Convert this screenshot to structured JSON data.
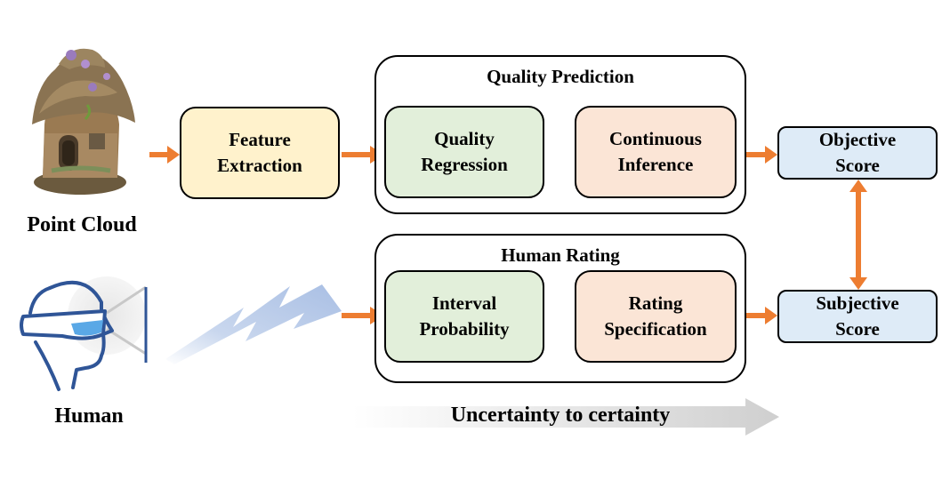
{
  "inputs": {
    "point_cloud_label": "Point Cloud",
    "human_label": "Human"
  },
  "boxes": {
    "feature_extraction": [
      "Feature",
      "Extraction"
    ],
    "quality_regression": [
      "Quality",
      "Regression"
    ],
    "continuous_inference": [
      "Continuous",
      "Inference"
    ],
    "interval_probability": [
      "Interval",
      "Probability"
    ],
    "rating_specification": [
      "Rating",
      "Specification"
    ],
    "objective_score": [
      "Objective",
      "Score"
    ],
    "subjective_score": [
      "Subjective",
      "Score"
    ]
  },
  "groups": {
    "quality_prediction": "Quality Prediction",
    "human_rating": "Human Rating"
  },
  "bottom_arrow_label": "Uncertainty to certainty",
  "colors": {
    "arrow": "#ed7d31",
    "feature_fill": "#fff2cc",
    "green_fill": "#e2efda",
    "peach_fill": "#fbe5d6",
    "blue_fill": "#deebf7",
    "human_icon": "#2f5597",
    "signal": "#b4c7e7",
    "gradient_arrow": "#d9d9d9"
  },
  "icons": {
    "point_cloud": "house-point-cloud-icon",
    "human": "human-vr-headset-icon",
    "signal": "lightning-signal-icon"
  }
}
